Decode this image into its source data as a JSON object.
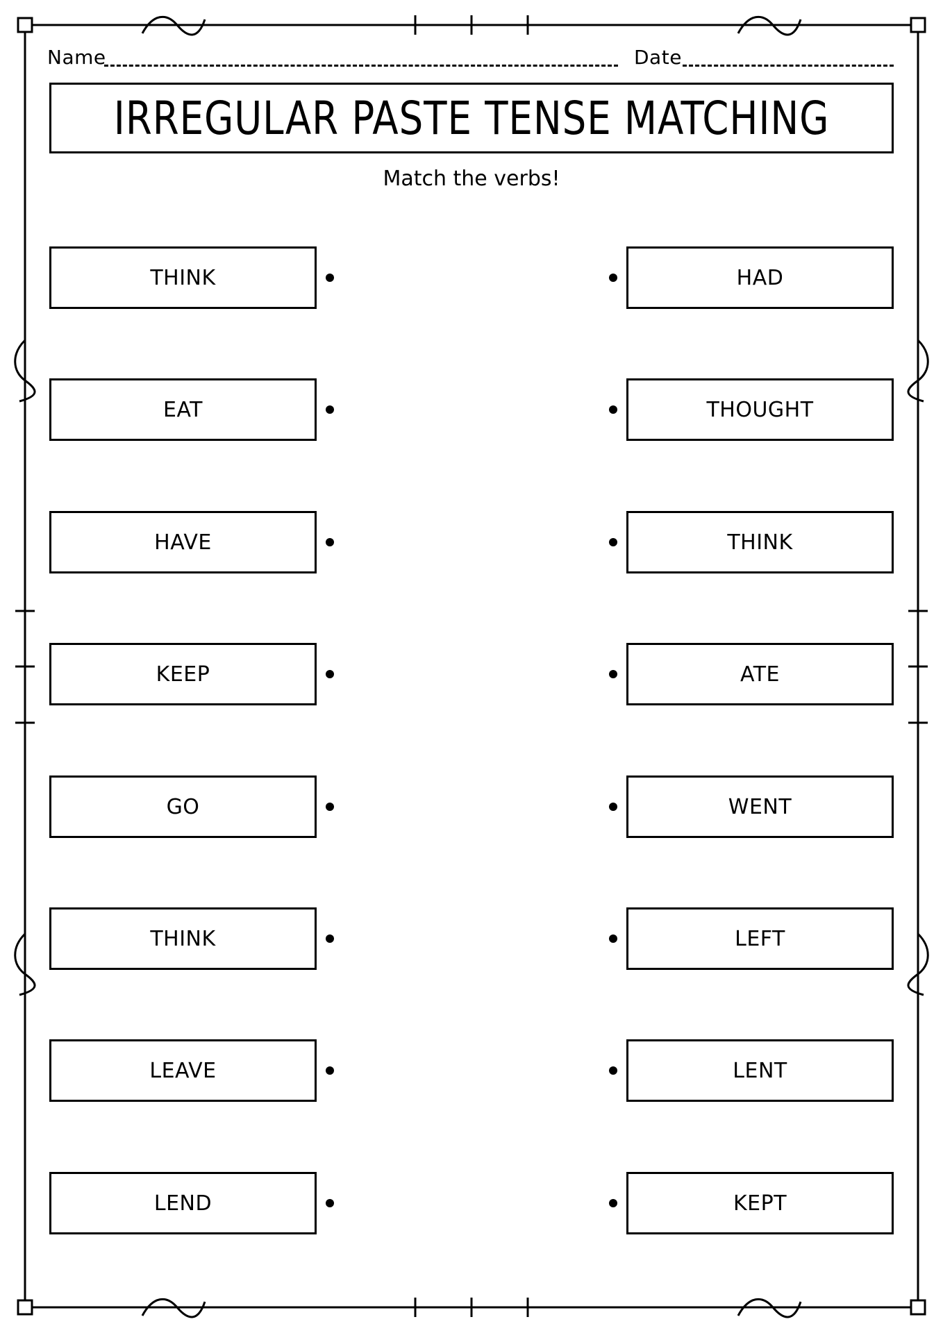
{
  "header": {
    "name_label": "Name",
    "date_label": "Date"
  },
  "title": "IRREGULAR PASTE TENSE MATCHING",
  "instruction": "Match the verbs!",
  "left_words": [
    "THINK",
    "EAT",
    "HAVE",
    "KEEP",
    "GO",
    "THINK",
    "LEAVE",
    "LEND"
  ],
  "right_words": [
    "HAD",
    "THOUGHT",
    "THINK",
    "ATE",
    "WENT",
    "LEFT",
    "LENT",
    "KEPT"
  ],
  "colors": {
    "ink": "#000000",
    "paper": "#ffffff"
  }
}
